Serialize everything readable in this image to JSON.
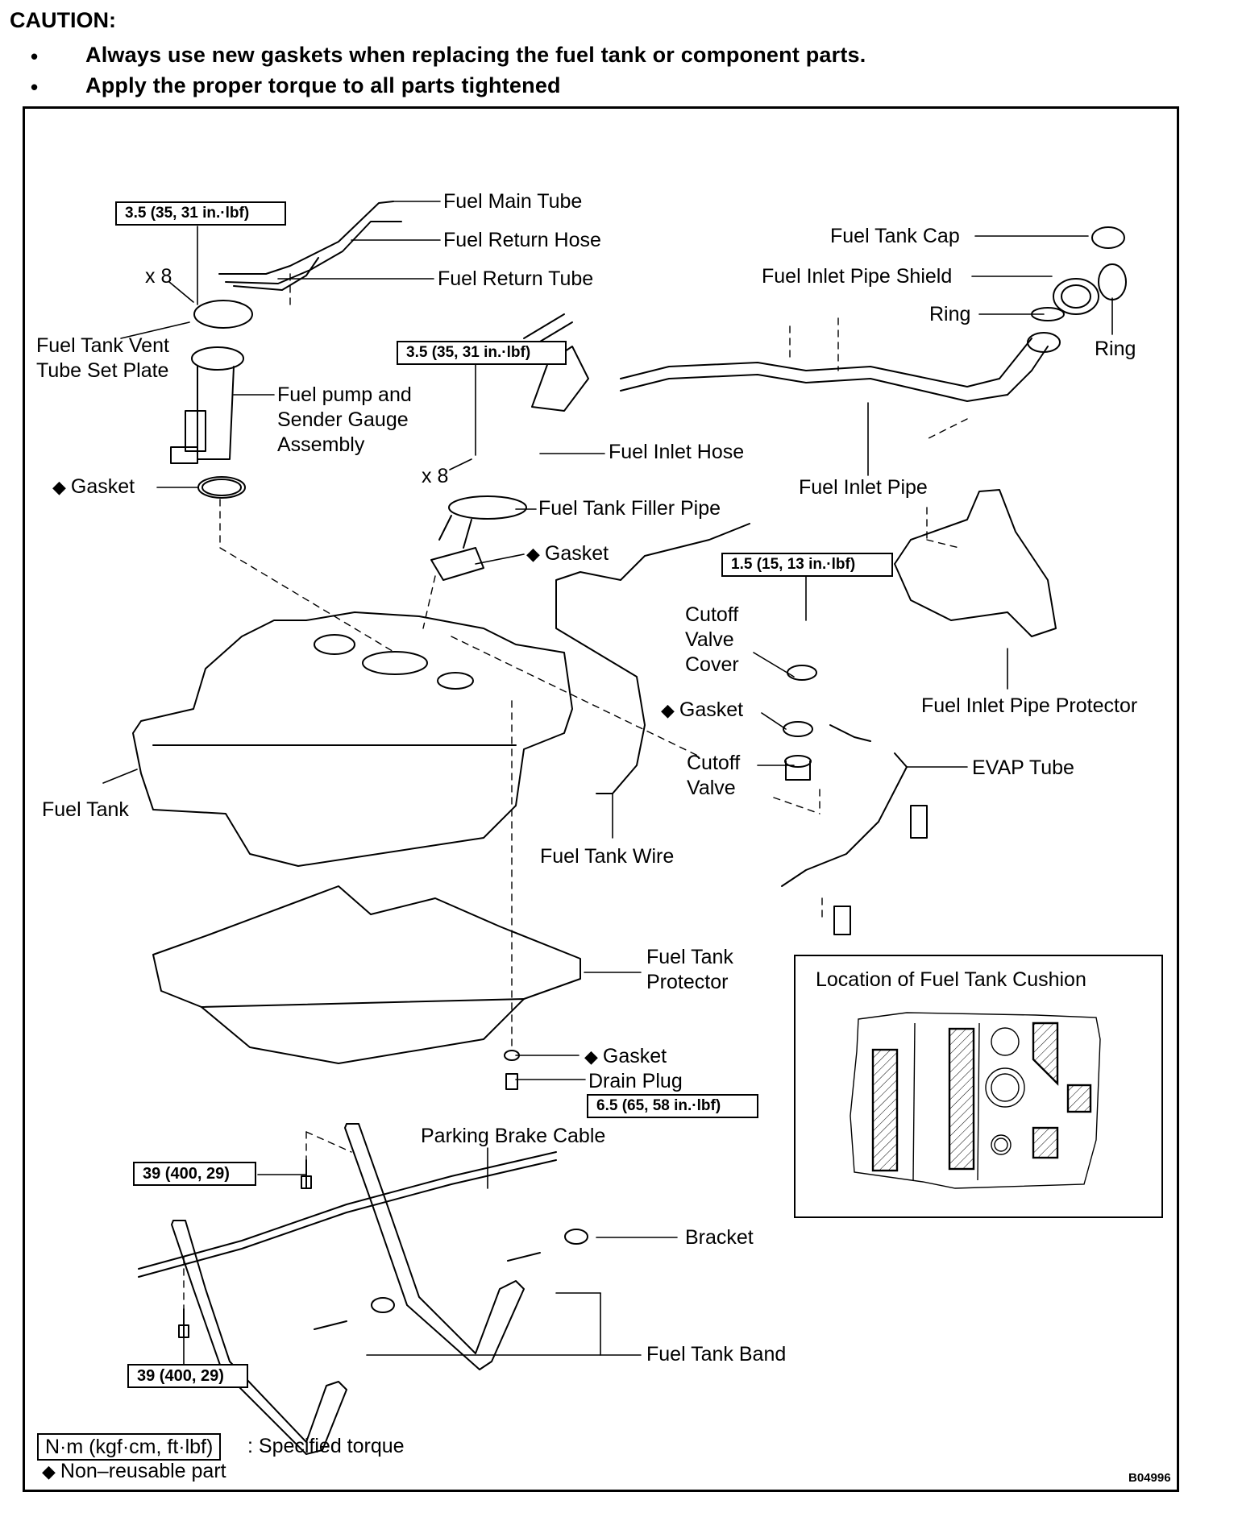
{
  "caution": {
    "title": "CAUTION:",
    "bullet_glyph": "•",
    "items": [
      "Always use new gaskets when replacing the fuel tank or component parts.",
      "Apply the proper torque to all parts tightened"
    ]
  },
  "diamond_glyph": "◆",
  "labels": {
    "fuel_main_tube": "Fuel Main Tube",
    "fuel_return_hose": "Fuel Return Hose",
    "fuel_return_tube": "Fuel Return Tube",
    "x8_a": "x 8",
    "vent_plate_line1": "Fuel Tank Vent",
    "vent_plate_line2": "Tube Set Plate",
    "pump_line1": "Fuel pump and",
    "pump_line2": "Sender Gauge",
    "pump_line3": "Assembly",
    "gasket_pump": "Gasket",
    "x8_b": "x 8",
    "fuel_inlet_hose": "Fuel Inlet Hose",
    "filler_pipe": "Fuel Tank Filler Pipe",
    "gasket_filler": "Gasket",
    "fuel_tank_cap": "Fuel Tank Cap",
    "inlet_pipe_shield": "Fuel Inlet Pipe Shield",
    "ring_left": "Ring",
    "ring_right": "Ring",
    "fuel_inlet_pipe": "Fuel Inlet Pipe",
    "cutoff_cover_line1": "Cutoff",
    "cutoff_cover_line2": "Valve",
    "cutoff_cover_line3": "Cover",
    "inlet_pipe_protector": "Fuel Inlet Pipe Protector",
    "gasket_cutoff": "Gasket",
    "cutoff_valve_line1": "Cutoff",
    "cutoff_valve_line2": "Valve",
    "evap_tube": "EVAP Tube",
    "fuel_tank": "Fuel Tank",
    "fuel_tank_wire": "Fuel Tank Wire",
    "tank_protector_line1": "Fuel Tank",
    "tank_protector_line2": "Protector",
    "gasket_drain": "Gasket",
    "drain_plug": "Drain Plug",
    "parking_brake_cable": "Parking Brake Cable",
    "bracket": "Bracket",
    "fuel_tank_band": "Fuel Tank Band"
  },
  "torque_specs": {
    "vent_plate_bolts": "3.5 (35, 31 in.·lbf)",
    "filler_pipe_bolts": "3.5 (35, 31 in.·lbf)",
    "cutoff_cover_bolts": "1.5 (15, 13 in.·lbf)",
    "drain_plug": "6.5 (65, 58 in.·lbf)",
    "band_bolt_upper": "39 (400, 29)",
    "band_bolt_lower": "39 (400, 29)"
  },
  "inset": {
    "title": "Location of Fuel Tank Cushion"
  },
  "legend": {
    "torque_units": "N·m (kgf·cm, ft·lbf)",
    "torque_meaning": ": Specified torque",
    "non_reusable": "Non–reusable part"
  },
  "figure_code": "B04996"
}
